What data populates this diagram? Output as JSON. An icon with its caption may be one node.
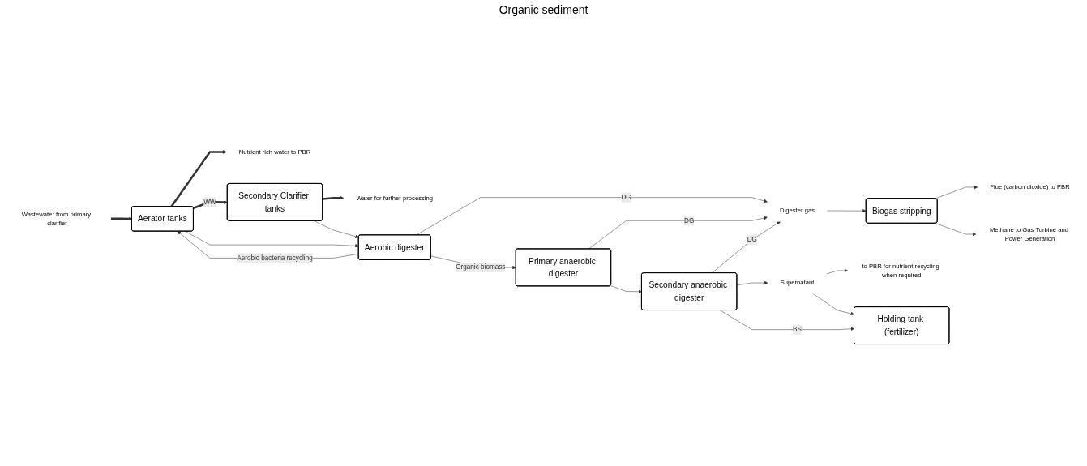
{
  "diagram": {
    "nodes": [
      {
        "text": [
          "Wastewater from primary clarifier"
        ]
      },
      {
        "text": [
          "Aerator tanks"
        ]
      },
      {
        "text": [
          "Nutrient rich water to PBR"
        ]
      },
      {
        "text": [
          "Secondary Clarifier tanks"
        ]
      },
      {
        "text": [
          "Water for further processing"
        ]
      },
      {
        "text": [
          "Flue (carbon dioxide) to PBR"
        ]
      },
      {
        "text": [
          "Aerobic digester"
        ]
      },
      {
        "text": [
          "Digester gas"
        ]
      },
      {
        "text": [
          "Biogas stripping"
        ]
      },
      {
        "text": [
          "Methane to Gas Turbine and Power Generation"
        ]
      },
      {
        "text": [
          "Primary anaerobic digester"
        ]
      },
      {
        "text": [
          "Secondary anaerobic digester"
        ]
      },
      {
        "text": [
          "Supernatant"
        ]
      },
      {
        "text": [
          "to PBR for nutrient recycling when required"
        ]
      },
      {
        "text": [
          "Holding tank (fertilizer)"
        ]
      }
    ],
    "edges": [
      {
        "from": 0,
        "to": 1,
        "arrow": "to",
        "style": "thick"
      },
      {
        "from": 1,
        "to": 2,
        "arrow": "to",
        "style": "thick"
      },
      {
        "from": 1,
        "to": 3,
        "arrow": "to",
        "style": "thick",
        "label": "WW"
      },
      {
        "from": 3,
        "to": 4,
        "arrow": "to",
        "style": "thick"
      },
      {
        "from": 1,
        "to": 6,
        "arrow": "to"
      },
      {
        "from": 3,
        "to": 6,
        "arrow": "to"
      },
      {
        "from": 6,
        "to": 1,
        "arrow": "to",
        "label": "Aerobic bacteria recycling"
      },
      {
        "from": 6,
        "to": 7,
        "arrow": "to",
        "label": "DG"
      },
      {
        "from": 10,
        "to": 7,
        "arrow": "to",
        "label": "DG"
      },
      {
        "from": 11,
        "to": 7,
        "arrow": "to",
        "label": "DG"
      },
      {
        "from": 7,
        "to": 8,
        "arrow": "to"
      },
      {
        "from": 8,
        "to": 5,
        "arrow": "to"
      },
      {
        "from": 8,
        "to": 9,
        "arrow": "to"
      },
      {
        "from": 6,
        "to": 10,
        "arrow": "to",
        "label": "Organic biomass"
      },
      {
        "from": 10,
        "to": 11,
        "arrow": "to"
      },
      {
        "from": 11,
        "to": 12,
        "arrow": "to"
      },
      {
        "from": 12,
        "to": 13,
        "arrow": "to"
      },
      {
        "from": 12,
        "to": 14,
        "arrow": "to"
      },
      {
        "from": 11,
        "to": 14,
        "arrow": "to",
        "label": "BS"
      }
    ],
    "labels": [
      "Organic sediment"
    ]
  }
}
